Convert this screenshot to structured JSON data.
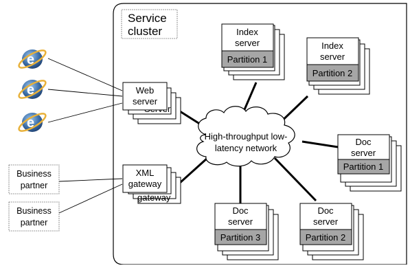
{
  "cluster": {
    "label_line1": "Service",
    "label_line2": "cluster"
  },
  "network": {
    "label_line1": "High-throughput low-",
    "label_line2": "latency network"
  },
  "clients": [
    {
      "icon": "internet-explorer-icon"
    },
    {
      "icon": "internet-explorer-icon"
    },
    {
      "icon": "internet-explorer-icon"
    }
  ],
  "partners": [
    {
      "line1": "Business",
      "line2": "partner"
    },
    {
      "line1": "Business",
      "line2": "partner"
    }
  ],
  "web_server": {
    "line1": "Web",
    "line2": "server",
    "shadow_text": "Server"
  },
  "xml_gateway": {
    "line1": "XML",
    "line2": "gateway",
    "shadow_text": "gateway"
  },
  "index_servers": [
    {
      "line1": "Index",
      "line2": "server",
      "partition": "Partition 1"
    },
    {
      "line1": "Index",
      "line2": "server",
      "partition": "Partition 2"
    }
  ],
  "doc_servers": [
    {
      "line1": "Doc",
      "line2": "server",
      "partition": "Partition 1"
    },
    {
      "line1": "Doc",
      "line2": "server",
      "partition": "Partition 3"
    },
    {
      "line1": "Doc",
      "line2": "server",
      "partition": "Partition 2"
    }
  ],
  "colors": {
    "partition_fill": "#a6a6a6",
    "stroke": "#000000",
    "ie_blue": "#3d6fa8",
    "ie_ring": "#e8b13a"
  }
}
